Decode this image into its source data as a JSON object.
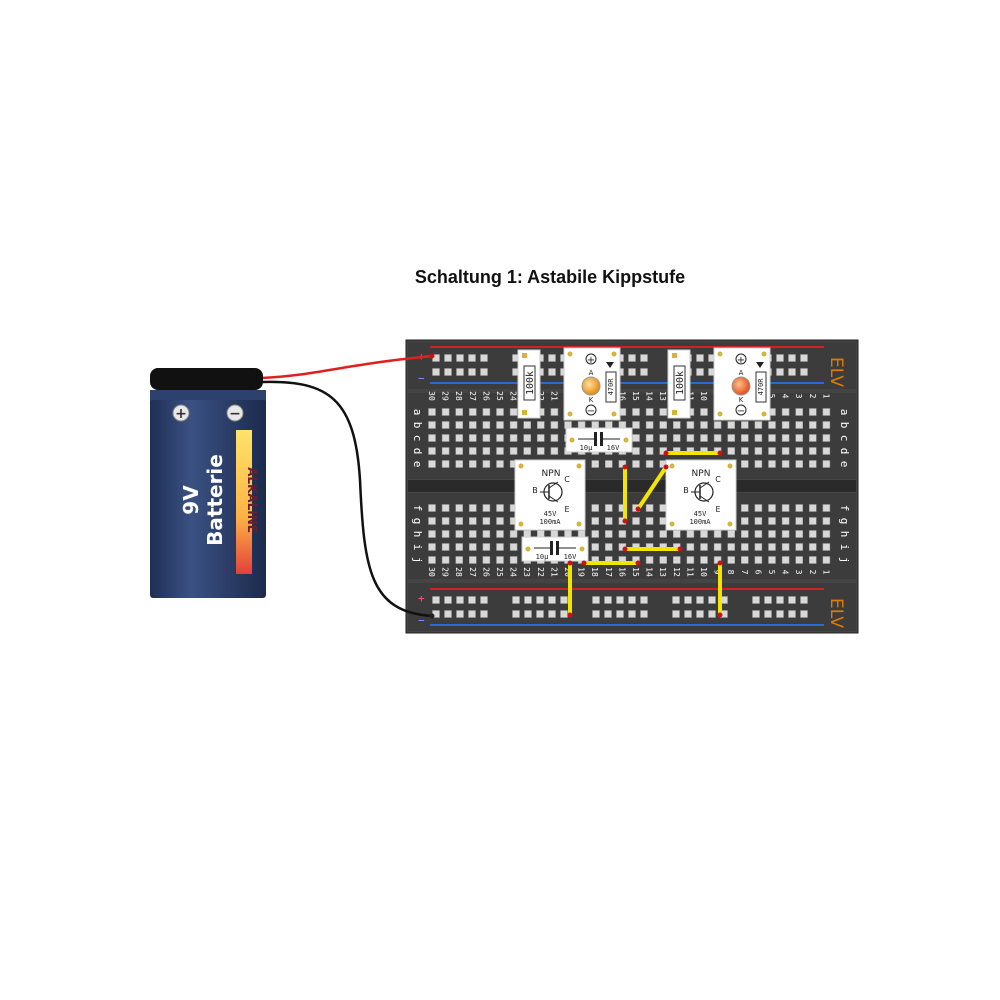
{
  "title": "Schaltung 1: Astabile Kippstufe",
  "battery": {
    "voltage": "9V",
    "name": "Batterie",
    "type": "ALKALINE",
    "plus_symbol": "+",
    "minus_symbol": "−"
  },
  "breadboard": {
    "brand": "ELV",
    "columns": 30,
    "rows_top": [
      "a",
      "b",
      "c",
      "d",
      "e"
    ],
    "rows_bottom": [
      "f",
      "g",
      "h",
      "i",
      "j"
    ]
  },
  "components": {
    "resistor_left": {
      "label": "100k"
    },
    "resistor_right": {
      "label": "100k"
    },
    "led_left": {
      "resistor": "470R",
      "anode": "A",
      "cathode": "K",
      "plus": "+",
      "minus": "−",
      "color": "#f0a020"
    },
    "led_right": {
      "resistor": "470R",
      "anode": "A",
      "cathode": "K",
      "plus": "+",
      "minus": "−",
      "color": "#f06a1a"
    },
    "capacitor_top": {
      "capacitance": "10µ",
      "voltage": "16V"
    },
    "capacitor_bottom": {
      "capacitance": "10µ",
      "voltage": "16V"
    },
    "transistor_left": {
      "type": "NPN",
      "pin_b": "B",
      "pin_c": "C",
      "pin_e": "E",
      "rating_v": "45V",
      "rating_i": "100mA"
    },
    "transistor_right": {
      "type": "NPN",
      "pin_b": "B",
      "pin_c": "C",
      "pin_e": "E",
      "rating_v": "45V",
      "rating_i": "100mA"
    }
  },
  "colors": {
    "wire_positive": "#e02020",
    "wire_negative": "#111111",
    "jumper": "#f2e600",
    "rail_red": "#d02020",
    "rail_blue": "#2a6ad8",
    "board": "#3a3a3a",
    "battery_body": "#2b3f6a"
  }
}
